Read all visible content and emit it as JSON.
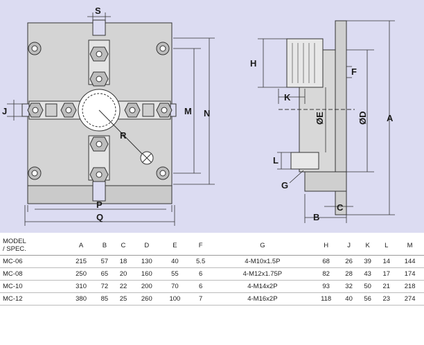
{
  "drawing": {
    "dimension_labels": {
      "S": "S",
      "J": "J",
      "M": "M",
      "N": "N",
      "R": "R",
      "P": "P",
      "Q": "Q",
      "H": "H",
      "K": "K",
      "F": "F",
      "E": "ØE",
      "D": "ØD",
      "A": "A",
      "L": "L",
      "G": "G",
      "B": "B",
      "C": "C"
    },
    "colors": {
      "background": "#dcdcf2",
      "part": "#d4d4d4",
      "line": "#333333"
    }
  },
  "table": {
    "model_header_line1": "MODEL",
    "model_header_line2": "/ SPEC.",
    "columns": [
      "A",
      "B",
      "C",
      "D",
      "E",
      "F",
      "G",
      "H",
      "J",
      "K",
      "L",
      "M"
    ],
    "rows": [
      {
        "model": "MC-06",
        "values": [
          "215",
          "57",
          "18",
          "130",
          "40",
          "5.5",
          "4-M10x1.5P",
          "68",
          "26",
          "39",
          "14",
          "144"
        ]
      },
      {
        "model": "MC-08",
        "values": [
          "250",
          "65",
          "20",
          "160",
          "55",
          "6",
          "4-M12x1.75P",
          "82",
          "28",
          "43",
          "17",
          "174"
        ]
      },
      {
        "model": "MC-10",
        "values": [
          "310",
          "72",
          "22",
          "200",
          "70",
          "6",
          "4-M14x2P",
          "93",
          "32",
          "50",
          "21",
          "218"
        ]
      },
      {
        "model": "MC-12",
        "values": [
          "380",
          "85",
          "25",
          "260",
          "100",
          "7",
          "4-M16x2P",
          "118",
          "40",
          "56",
          "23",
          "274"
        ]
      }
    ]
  }
}
